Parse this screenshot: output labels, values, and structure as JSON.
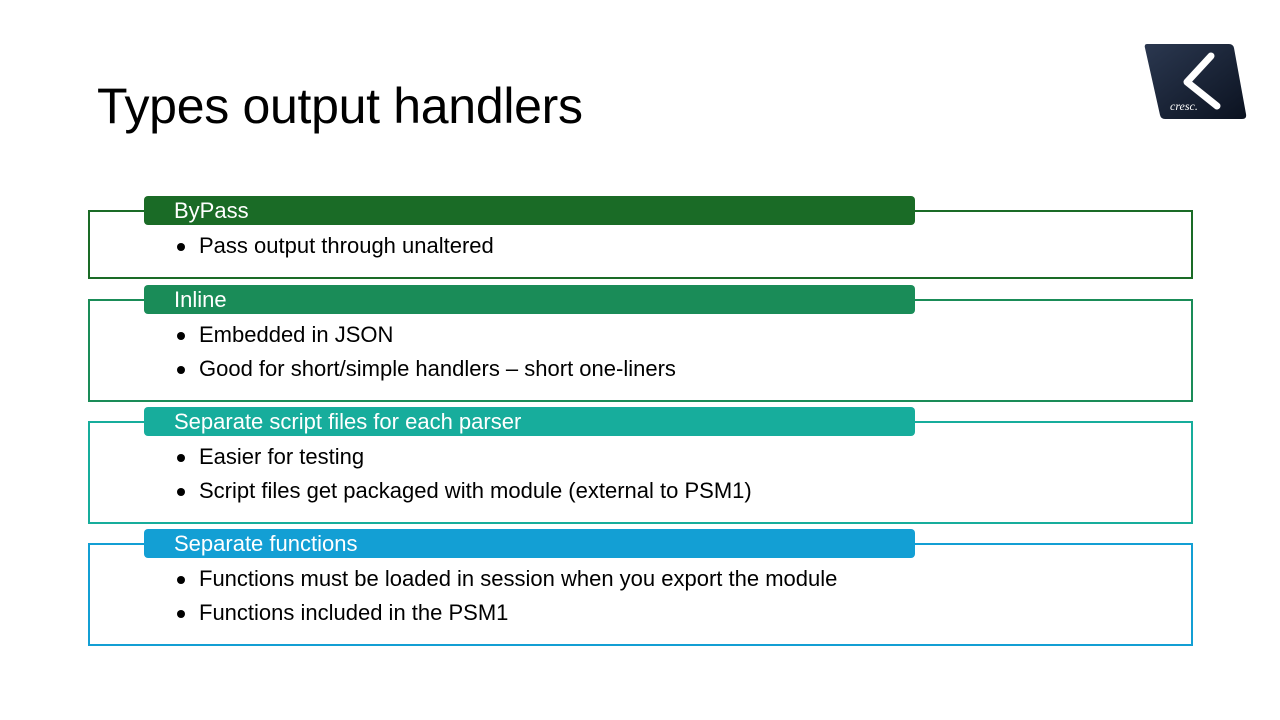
{
  "slide": {
    "title": "Types output handlers",
    "logo": {
      "text": "cresc.",
      "icon": "chevron-left-icon"
    }
  },
  "sections": [
    {
      "heading": "ByPass",
      "color": "#1a6b26",
      "bullets": [
        "Pass output through unaltered"
      ]
    },
    {
      "heading": "Inline",
      "color": "#1a8c58",
      "bullets": [
        "Embedded in JSON",
        "Good for short/simple handlers – short one-liners"
      ]
    },
    {
      "heading": "Separate script files for each parser",
      "color": "#17ad9c",
      "bullets": [
        "Easier for testing",
        "Script files get packaged with module (external to PSM1)"
      ]
    },
    {
      "heading": "Separate functions",
      "color": "#139fd4",
      "bullets": [
        "Functions must be loaded in session when you export the module",
        "Functions included in the PSM1"
      ]
    }
  ]
}
